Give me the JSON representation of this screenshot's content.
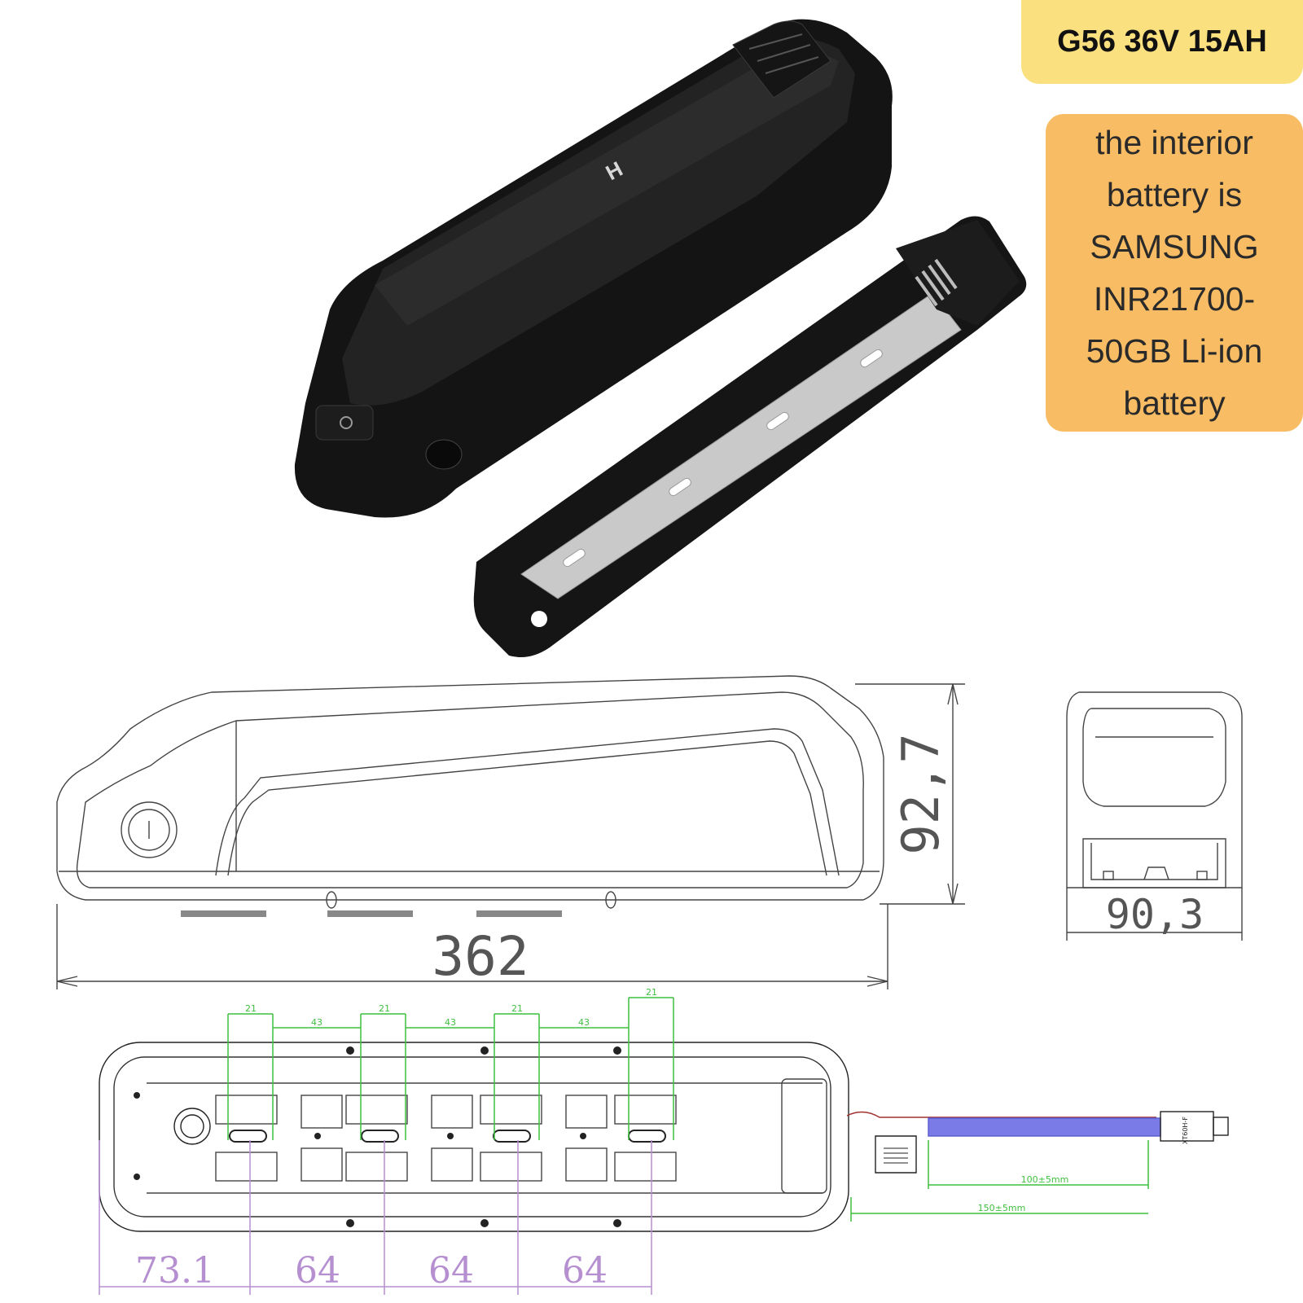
{
  "header": {
    "model_badge": "G56 36V 15AH"
  },
  "info": {
    "battery_note": "the interior battery is SAMSUNG INR21700-50GB Li-ion battery"
  },
  "side_view": {
    "length_label": "362",
    "height_label": "92,7"
  },
  "end_view": {
    "width_label": "90,3"
  },
  "bottom_view": {
    "slot_width_labels": [
      "21",
      "21",
      "21",
      "21"
    ],
    "slot_gap_labels": [
      "43",
      "43",
      "43"
    ],
    "spacing_labels": [
      "73.1",
      "64",
      "64",
      "64"
    ],
    "cable_labels": [
      "100±5mm",
      "150±5mm"
    ],
    "connector_label": "XT60H-F"
  },
  "colors": {
    "title_badge": "#fbe07f",
    "info_badge": "#f8bd64",
    "battery_body": "#141414",
    "cable": "#7b7be8",
    "dimension_green": "#3fbf3f",
    "dimension_purple": "#b58fd0"
  }
}
